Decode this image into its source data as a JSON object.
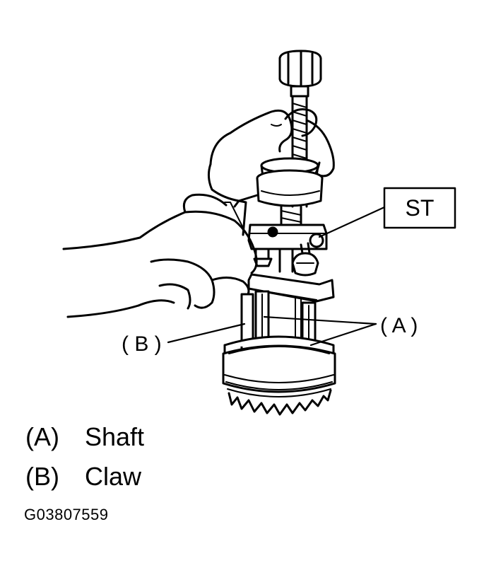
{
  "callouts": {
    "st": "ST",
    "a": "( A )",
    "b": "( B )"
  },
  "legend": [
    {
      "key": "(A)",
      "label": "Shaft"
    },
    {
      "key": "(B)",
      "label": "Claw"
    }
  ],
  "figure_code": "G03807559"
}
